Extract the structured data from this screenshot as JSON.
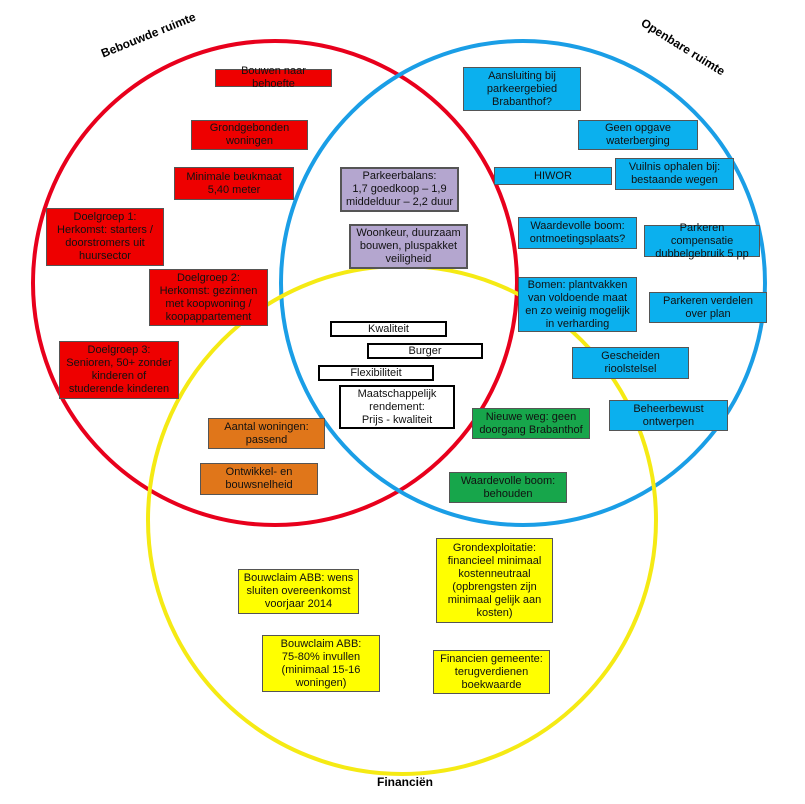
{
  "circles": {
    "bebouwde_ruimte": {
      "label": "Bebouwde ruimte",
      "color": "#e8001c"
    },
    "openbare_ruimte": {
      "label": "Openbare ruimte",
      "color": "#1a9ee6"
    },
    "financien": {
      "label": "Financiën",
      "color": "#f5ea14"
    }
  },
  "boxes": {
    "bouwen_naar_behoefte": "Bouwen naar behoefte",
    "grondgebonden_woningen": "Grondgebonden\nwoningen",
    "minimale_beukmaat": "Minimale beukmaat\n5,40 meter",
    "doelgroep_1": "Doelgroep 1:\nHerkomst: starters /\ndoorstromers uit\nhuursector",
    "doelgroep_2": "Doelgroep 2:\nHerkomst: gezinnen\nmet koopwoning /\nkoopappartement",
    "doelgroep_3": "Doelgroep 3:\nSenioren, 50+ zonder\nkinderen of\nstuderende kinderen",
    "aansluiting_parkeergebied": "Aansluiting bij\nparkeergebied\nBrabanthof?",
    "geen_opgave_waterberging": "Geen opgave\nwaterberging",
    "hiwor": "HIWOR",
    "vuilnis_ophalen": "Vuilnis ophalen bij:\nbestaande wegen",
    "waardevolle_boom_ontmoetingsplaats": "Waardevolle boom:\nontmoetingsplaats?",
    "parkeren_compensatie": "Parkeren compensatie\ndubbelgebruik 5 pp",
    "bomen_plantvakken": "Bomen: plantvakken\nvan voldoende maat\nen zo weinig mogelijk\nin verharding",
    "parkeren_verdelen": "Parkeren verdelen\nover plan",
    "gescheiden_rioolstelsel": "Gescheiden\nrioolstelsel",
    "beheerbewust_ontwerpen": "Beheerbewust\nontwerpen",
    "parkeerbalans": "Parkeerbalans:\n1,7 goedkoop – 1,9\nmiddelduur – 2,2 duur",
    "woonkeur": "Woonkeur, duurzaam\nbouwen, pluspakket\nveiligheid",
    "kwaliteit": "Kwaliteit",
    "burger": "Burger",
    "flexibiliteit": "Flexibiliteit",
    "maatschappelijk_rendement": "Maatschappelijk\nrendement:\nPrijs - kwaliteit",
    "nieuwe_weg": "Nieuwe weg: geen\ndoorgang Brabanthof",
    "waardevolle_boom_behouden": "Waardevolle boom:\nbehouden",
    "aantal_woningen": "Aantal woningen:\npassend",
    "ontwikkel_bouwsnelheid": "Ontwikkel- en\nbouwsnelheid",
    "bouwclaim_wens": "Bouwclaim ABB: wens\nsluiten overeenkomst\nvoorjaar 2014",
    "bouwclaim_invullen": "Bouwclaim ABB:\n75-80% invullen\n(minimaal 15-16\nwoningen)",
    "grondexploitatie": "Grondexploitatie:\nfinancieel minimaal\nkostenneutraal\n(opbrengsten zijn\nminimaal gelijk aan\nkosten)",
    "financien_gemeente": "Financien gemeente:\nterugverdienen\nboekwaarde"
  }
}
